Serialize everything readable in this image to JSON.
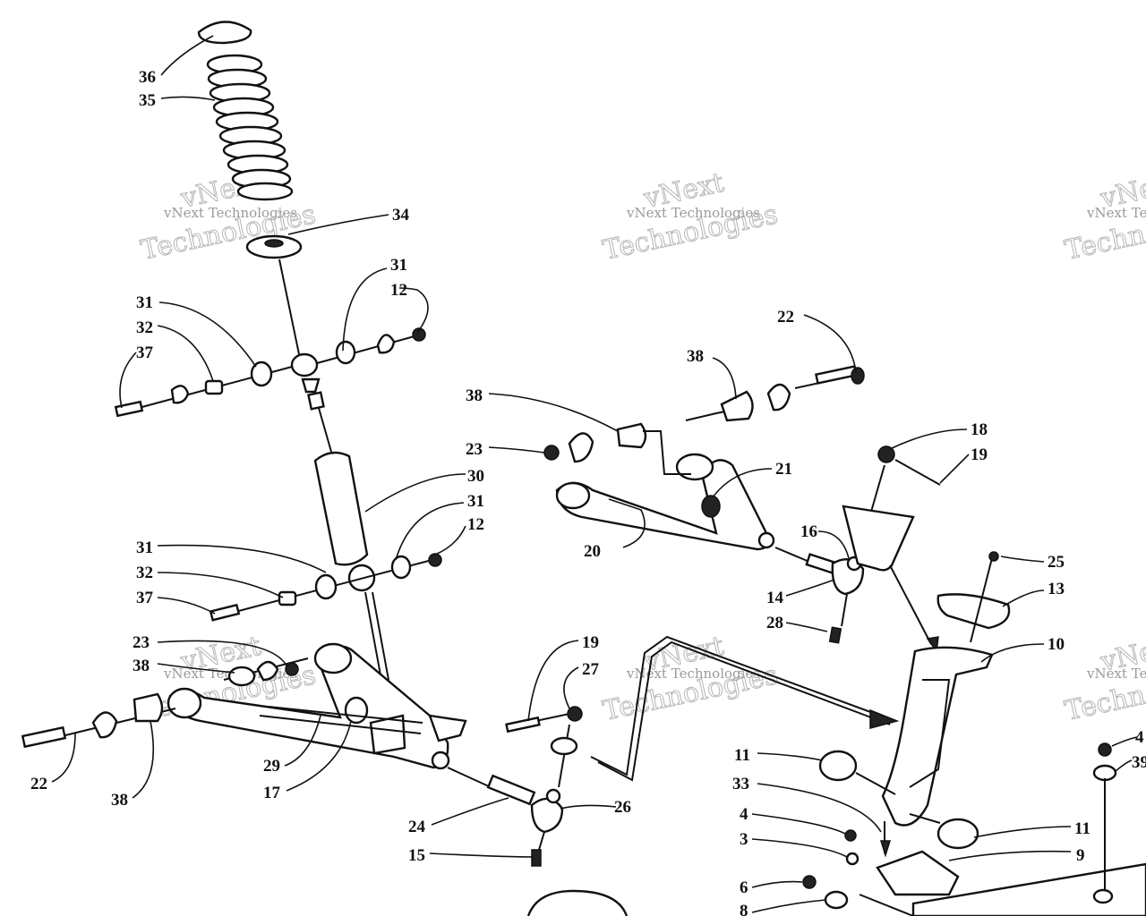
{
  "watermark": {
    "small": "vNext Technologies",
    "large": "Technologies",
    "top": "vNext"
  },
  "callouts": [
    {
      "id": "c36a",
      "text": "36"
    },
    {
      "id": "c35",
      "text": "35"
    },
    {
      "id": "c34",
      "text": "34"
    },
    {
      "id": "c31a",
      "text": "31"
    },
    {
      "id": "c12a",
      "text": "12"
    },
    {
      "id": "c31b",
      "text": "31"
    },
    {
      "id": "c32a",
      "text": "32"
    },
    {
      "id": "c37a",
      "text": "37"
    },
    {
      "id": "c22a",
      "text": "22"
    },
    {
      "id": "c38a",
      "text": "38"
    },
    {
      "id": "c38b",
      "text": "38"
    },
    {
      "id": "c23a",
      "text": "23"
    },
    {
      "id": "c18",
      "text": "18"
    },
    {
      "id": "c19a",
      "text": "19"
    },
    {
      "id": "c21",
      "text": "21"
    },
    {
      "id": "c30",
      "text": "30"
    },
    {
      "id": "c31c",
      "text": "31"
    },
    {
      "id": "c12b",
      "text": "12"
    },
    {
      "id": "c31d",
      "text": "31"
    },
    {
      "id": "c32b",
      "text": "32"
    },
    {
      "id": "c37b",
      "text": "37"
    },
    {
      "id": "c20",
      "text": "20"
    },
    {
      "id": "c16",
      "text": "16"
    },
    {
      "id": "c14",
      "text": "14"
    },
    {
      "id": "c28",
      "text": "28"
    },
    {
      "id": "c25",
      "text": "25"
    },
    {
      "id": "c13",
      "text": "13"
    },
    {
      "id": "c10",
      "text": "10"
    },
    {
      "id": "c23b",
      "text": "23"
    },
    {
      "id": "c38c",
      "text": "38"
    },
    {
      "id": "c19b",
      "text": "19"
    },
    {
      "id": "c27",
      "text": "27"
    },
    {
      "id": "c29",
      "text": "29"
    },
    {
      "id": "c17",
      "text": "17"
    },
    {
      "id": "c22b",
      "text": "22"
    },
    {
      "id": "c38d",
      "text": "38"
    },
    {
      "id": "c24",
      "text": "24"
    },
    {
      "id": "c26",
      "text": "26"
    },
    {
      "id": "c15",
      "text": "15"
    },
    {
      "id": "c11a",
      "text": "11"
    },
    {
      "id": "c33",
      "text": "33"
    },
    {
      "id": "c4a",
      "text": "4"
    },
    {
      "id": "c3",
      "text": "3"
    },
    {
      "id": "c11b",
      "text": "11"
    },
    {
      "id": "c9",
      "text": "9"
    },
    {
      "id": "c6",
      "text": "6"
    },
    {
      "id": "c8",
      "text": "8"
    },
    {
      "id": "c4b",
      "text": "4"
    },
    {
      "id": "c39",
      "text": "39"
    }
  ]
}
